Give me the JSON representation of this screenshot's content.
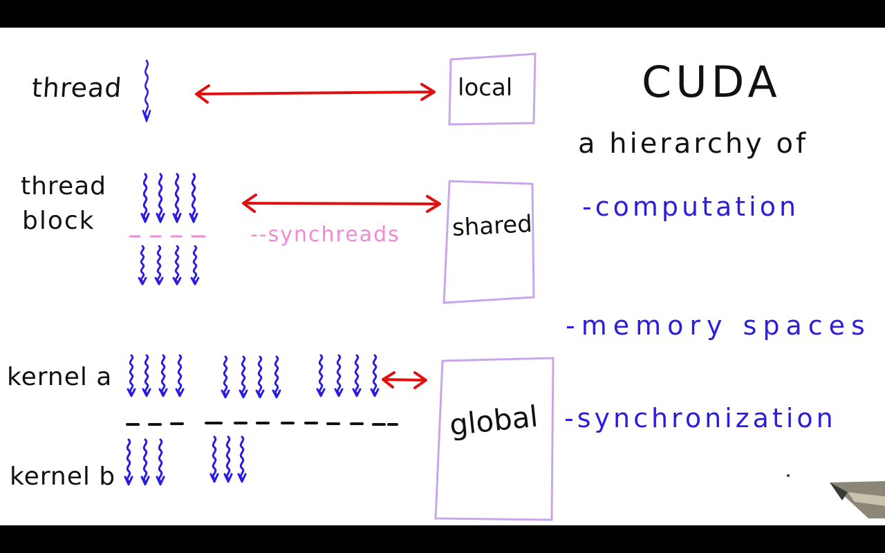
{
  "levels": {
    "thread": "thread",
    "thread_block_line1": "thread",
    "thread_block_line2": "block",
    "kernel_a": "kernel a",
    "kernel_b": "kernel b"
  },
  "memory": {
    "local": "local",
    "shared": "shared",
    "global": "global"
  },
  "sync_note": "--synchreads",
  "summary": {
    "title": "CUDA",
    "subtitle": "a hierarchy of",
    "items": [
      "-computation",
      "-memory spaces",
      "-synchronization"
    ]
  },
  "colors": {
    "ink_black": "#111111",
    "ink_blue": "#2a1de0",
    "ink_red": "#e01010",
    "ink_pink": "#f08ad8",
    "box_lavender": "#c9a6ea"
  }
}
